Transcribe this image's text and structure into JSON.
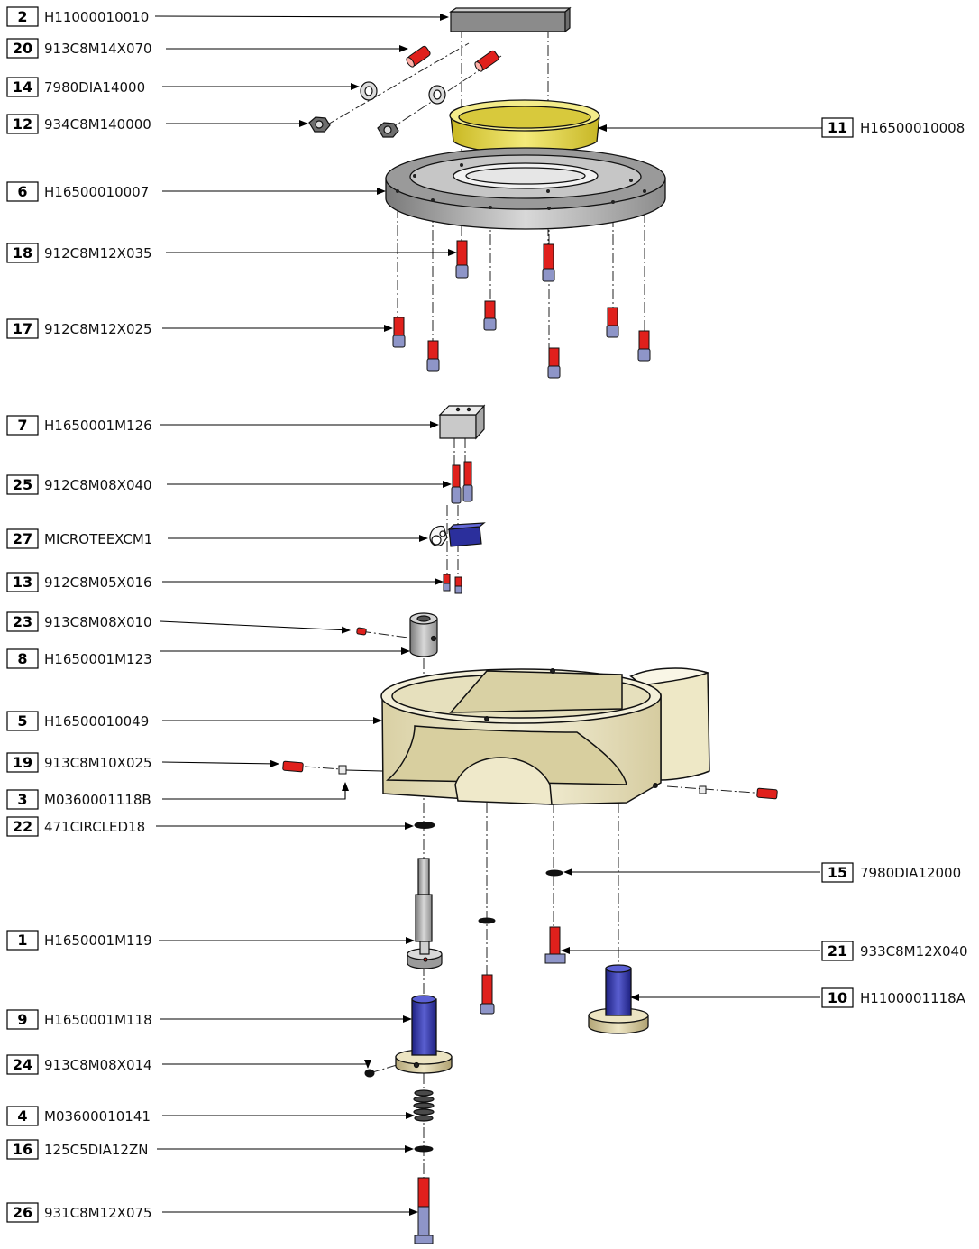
{
  "callouts": {
    "c2": {
      "num": "2",
      "code": "H11000010010"
    },
    "c20": {
      "num": "20",
      "code": "913C8M14X070"
    },
    "c14": {
      "num": "14",
      "code": "7980DIA14000"
    },
    "c12": {
      "num": "12",
      "code": "934C8M140000"
    },
    "c11": {
      "num": "11",
      "code": "H16500010008"
    },
    "c6": {
      "num": "6",
      "code": "H16500010007"
    },
    "c18": {
      "num": "18",
      "code": "912C8M12X035"
    },
    "c17": {
      "num": "17",
      "code": "912C8M12X025"
    },
    "c7": {
      "num": "7",
      "code": "H1650001M126"
    },
    "c25": {
      "num": "25",
      "code": "912C8M08X040"
    },
    "c27": {
      "num": "27",
      "code": "MICROTEEXCM1"
    },
    "c13": {
      "num": "13",
      "code": "912C8M05X016"
    },
    "c23": {
      "num": "23",
      "code": "913C8M08X010"
    },
    "c8": {
      "num": "8",
      "code": "H1650001M123"
    },
    "c5": {
      "num": "5",
      "code": "H16500010049"
    },
    "c19": {
      "num": "19",
      "code": "913C8M10X025"
    },
    "c3": {
      "num": "3",
      "code": "M0360001118B"
    },
    "c22": {
      "num": "22",
      "code": "471CIRCLED18"
    },
    "c15": {
      "num": "15",
      "code": "7980DIA12000"
    },
    "c1": {
      "num": "1",
      "code": "H1650001M119"
    },
    "c21": {
      "num": "21",
      "code": "933C8M12X040"
    },
    "c9": {
      "num": "9",
      "code": "H1650001M118"
    },
    "c10": {
      "num": "10",
      "code": "H1100001118A"
    },
    "c24": {
      "num": "24",
      "code": "913C8M08X014"
    },
    "c4": {
      "num": "4",
      "code": "M03600010141"
    },
    "c16": {
      "num": "16",
      "code": "125C5DIA12ZN"
    },
    "c26": {
      "num": "26",
      "code": "931C8M12X075"
    }
  },
  "colors": {
    "screw_red": "#e0201c",
    "shank_blue": "#8e95c8",
    "gold": "#e8dc50",
    "steel": "#b9b9b9",
    "cream": "#eee8c6",
    "navy": "#2b2f9c",
    "brass": "#d8cfa6"
  }
}
